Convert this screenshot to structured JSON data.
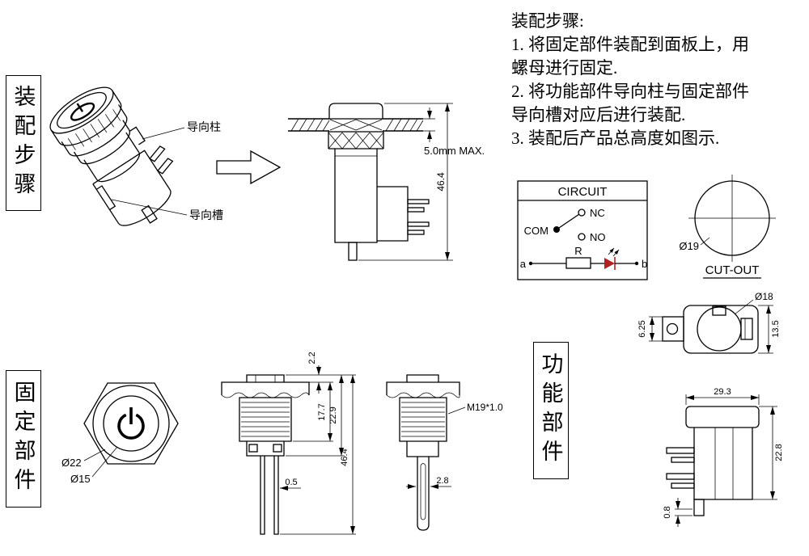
{
  "panels": {
    "assembly_label": "装配步骤",
    "fixed_label": "固定部件",
    "function_label": "功能部件"
  },
  "iso": {
    "guide_post": "导向柱",
    "guide_slot": "导向槽"
  },
  "mounted": {
    "panel_thickness": "5.0mm MAX.",
    "total_height": "46.4"
  },
  "instructions": {
    "title": "装配步骤:",
    "lines": [
      "1. 将固定部件装配到面板上，用",
      "螺母进行固定.",
      "2. 将功能部件导向柱与固定部件",
      "导向槽对应后进行装配.",
      "3. 装配后产品总高度如图示."
    ]
  },
  "circuit": {
    "title": "CIRCUIT",
    "nc_label": "NC",
    "com_label": "COM",
    "no_label": "NO",
    "resistor_label": "R",
    "terminal_a": "a",
    "terminal_b": "b",
    "led_color": "#b22222"
  },
  "cutout": {
    "diameter": "Ø19",
    "label": "CUT-OUT"
  },
  "top_view": {
    "diameter": "Ø18",
    "terminal_height": "6.25",
    "body_height": "13.5"
  },
  "function_side": {
    "body_width": "29.3",
    "body_height": "22.8",
    "pin_dim": "0.8"
  },
  "front_view": {
    "outer_diameter": "Ø22",
    "inner_diameter": "Ø15"
  },
  "fixed_side": {
    "top_step": "2.2",
    "thread_length": "17.7",
    "body_length": "22.9",
    "total_length": "46.4",
    "leg_thickness": "0.5"
  },
  "function_detail": {
    "thread_spec": "M19*1.0",
    "pin_width": "2.8"
  }
}
